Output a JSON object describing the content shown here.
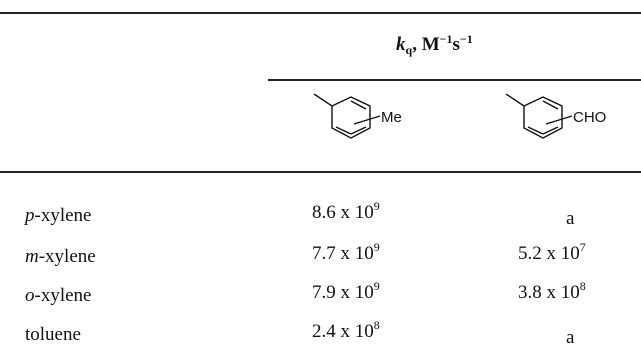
{
  "header": {
    "kq_symbol": "k",
    "kq_sub": "q",
    "kq_units": ", M",
    "kq_exp1": "−1",
    "kq_s": "s",
    "kq_exp2": "−1"
  },
  "columns": [
    {
      "substituent": "Me"
    },
    {
      "substituent": "CHO"
    }
  ],
  "rows": [
    {
      "prefix": "p",
      "name": "-xylene",
      "c1_mant": "8.6 x 10",
      "c1_exp": "9",
      "c2_mant": "a",
      "c2_exp": ""
    },
    {
      "prefix": "m",
      "name": "-xylene",
      "c1_mant": "7.7 x 10",
      "c1_exp": "9",
      "c2_mant": "5.2 x 10",
      "c2_exp": "7"
    },
    {
      "prefix": "o",
      "name": "-xylene",
      "c1_mant": "7.9 x 10",
      "c1_exp": "9",
      "c2_mant": "3.8 x 10",
      "c2_exp": "8"
    },
    {
      "prefix": "",
      "name": "toluene",
      "c1_mant": "2.4 x 10",
      "c1_exp": "8",
      "c2_mant": "a",
      "c2_exp": ""
    }
  ]
}
